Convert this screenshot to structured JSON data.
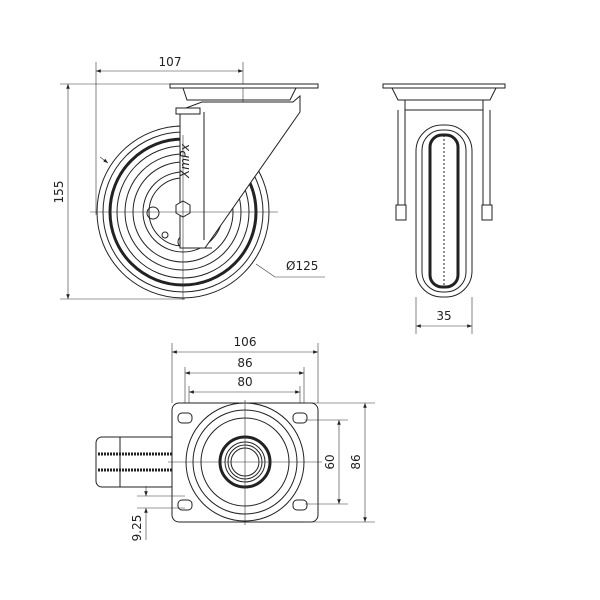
{
  "dimensions": {
    "plate_offset": "107",
    "height": "155",
    "wheel_diameter": "Ø125",
    "wheel_width": "35",
    "plate_width": "106",
    "hole_spacing_outer": "86",
    "hole_spacing_inner": "80",
    "hole_spacing_vertical": "60",
    "plate_length": "86",
    "offset": "9.25"
  },
  "logo_text": "XmPx"
}
